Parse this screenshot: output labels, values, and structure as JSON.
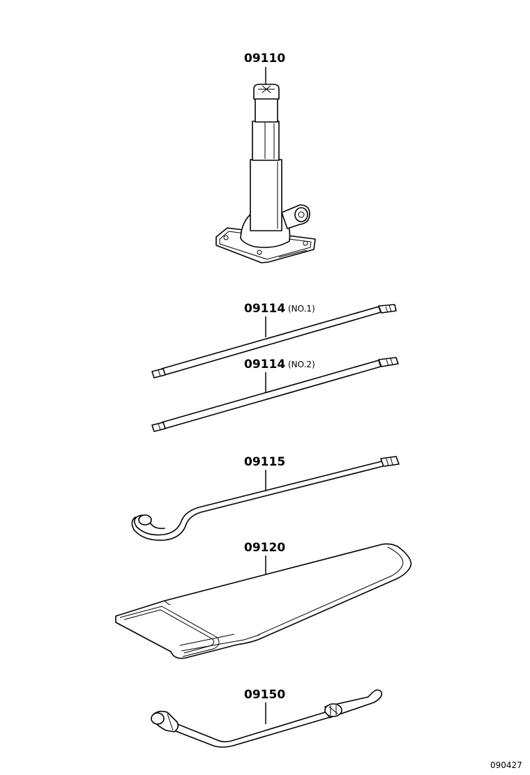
{
  "parts": [
    {
      "id": "jack",
      "number": "09110",
      "suffix": ""
    },
    {
      "id": "jack-handle-extension-1",
      "number": "09114",
      "suffix": "(NO.1)"
    },
    {
      "id": "jack-handle-extension-2",
      "number": "09114",
      "suffix": "(NO.2)"
    },
    {
      "id": "jack-handle",
      "number": "09115",
      "suffix": ""
    },
    {
      "id": "tool-bag",
      "number": "09120",
      "suffix": ""
    },
    {
      "id": "wheel-nut-wrench",
      "number": "09150",
      "suffix": ""
    }
  ],
  "reference_code": "090427"
}
